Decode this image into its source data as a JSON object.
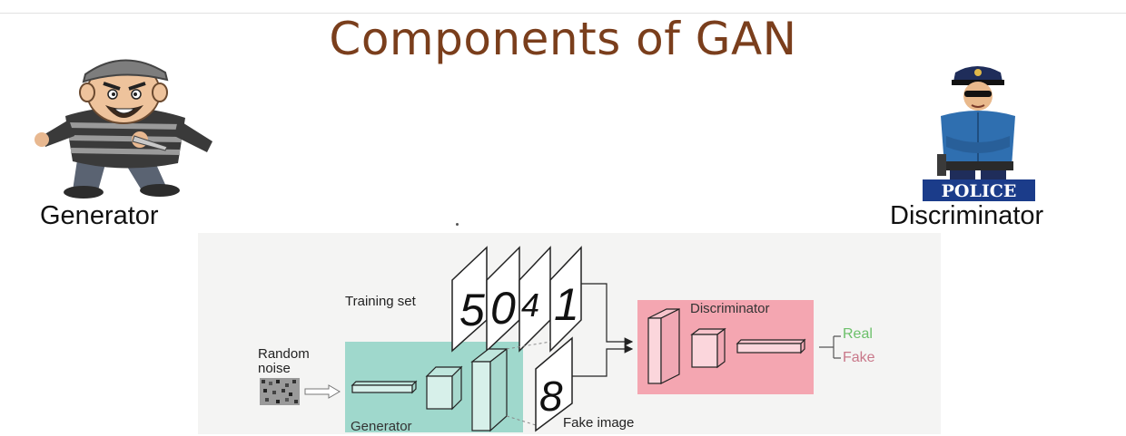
{
  "title": "Components of GAN",
  "generator_caption": "Generator",
  "discriminator_caption": "Discriminator",
  "police_badge": "POLICE",
  "colors": {
    "title": "#7a3e1c",
    "generator_box": "#9fd8cc",
    "discriminator_box": "#f4a6b1",
    "real_label": "#6cc06a",
    "fake_label": "#c9788a"
  },
  "diagram": {
    "training_set_label": "Training set",
    "random_noise_label_1": "Random",
    "random_noise_label_2": "noise",
    "generator_label": "Generator",
    "discriminator_label": "Discriminator",
    "fake_image_label": "Fake image",
    "real_label": "Real",
    "fake_label": "Fake",
    "training_digits": [
      "5",
      "0",
      "4",
      "1"
    ],
    "fake_digit": "8"
  }
}
